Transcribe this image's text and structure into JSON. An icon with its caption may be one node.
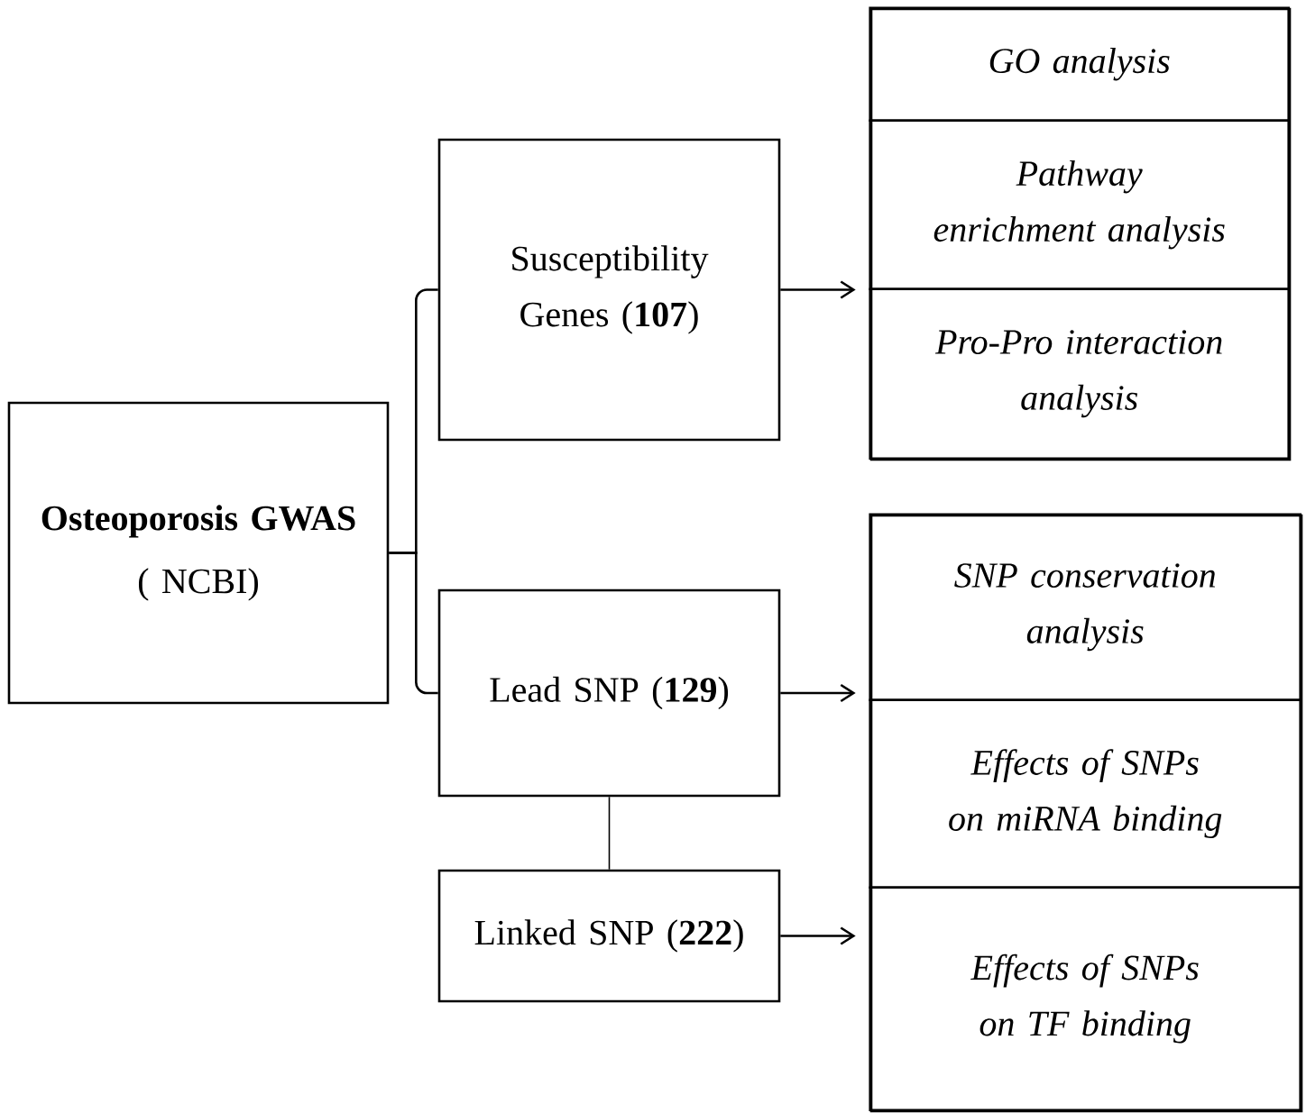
{
  "diagram": {
    "nodes": [
      {
        "text": [
          "Osteoporosis GWAS",
          "( NCBI)"
        ]
      },
      {
        "text": [
          "Susceptibility Genes (**107**)"
        ]
      },
      {
        "text": [
          "Lead SNP (**129**)"
        ]
      },
      {
        "text": [
          "Linked SNP (**222**)"
        ]
      },
      {
        "text": [],
        "shape": "box"
      },
      {
        "text": [
          "GO analysis"
        ],
        "in": 4
      },
      {
        "text": [
          "Pathway enrichment analysis"
        ],
        "in": 4
      },
      {
        "text": [
          "Pro-Pro interaction analysis"
        ],
        "in": 4
      },
      {
        "text": [],
        "shape": "box"
      },
      {
        "text": [
          "SNP conservation analysis"
        ],
        "in": 8
      },
      {
        "text": [
          "Effects of  SNPs on miRNA binding"
        ],
        "in": 8
      },
      {
        "text": [
          "Effects of  SNPs on TF binding"
        ],
        "in": 8
      }
    ],
    "edges": [
      {
        "from": 0,
        "to": 1,
        "arrow": "none"
      },
      {
        "from": 0,
        "to": 2,
        "arrow": "none"
      },
      {
        "from": 2,
        "to": 3,
        "arrow": "none"
      },
      {
        "from": 1,
        "to": 4,
        "arrow": "to"
      },
      {
        "from": 2,
        "to": 8,
        "arrow": "to"
      },
      {
        "from": 3,
        "to": 8,
        "arrow": "to"
      }
    ]
  }
}
